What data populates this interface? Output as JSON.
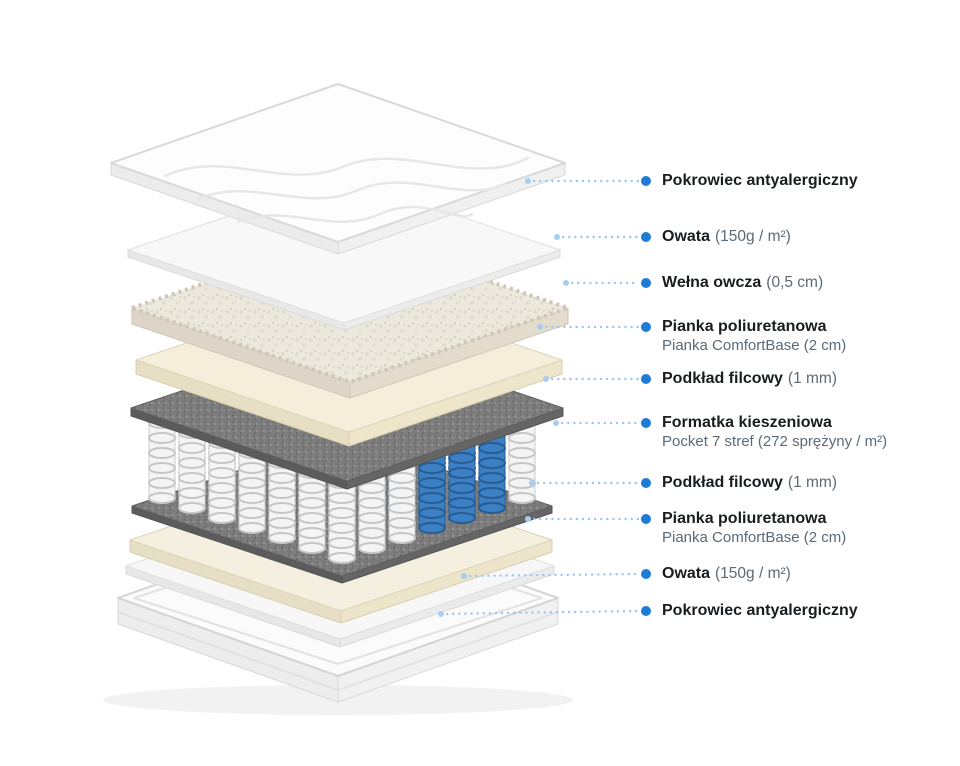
{
  "diagram": {
    "type": "mattress-exploded-layer-diagram",
    "language": "pl",
    "labels": [
      {
        "bold": "Pokrowiec antyalergiczny",
        "note": "",
        "sub": ""
      },
      {
        "bold": "Owata",
        "note": "(150g / m²)",
        "sub": ""
      },
      {
        "bold": "Wełna owcza",
        "note": "(0,5 cm)",
        "sub": ""
      },
      {
        "bold": "Pianka poliuretanowa",
        "note": "",
        "sub": "Pianka ComfortBase (2 cm)"
      },
      {
        "bold": "Podkład filcowy",
        "note": "(1 mm)",
        "sub": ""
      },
      {
        "bold": "Formatka kieszeniowa",
        "note": "",
        "sub": "Pocket 7 stref (272 sprężyny / m²)"
      },
      {
        "bold": "Podkład filcowy",
        "note": "(1 mm)",
        "sub": ""
      },
      {
        "bold": "Pianka poliuretanowa",
        "note": "",
        "sub": "Pianka ComfortBase (2 cm)"
      },
      {
        "bold": "Owata",
        "note": "(150g / m²)",
        "sub": ""
      },
      {
        "bold": "Pokrowiec antyalergiczny",
        "note": "",
        "sub": ""
      }
    ],
    "colors": {
      "dot": "#1e7bd6",
      "leader": "#9cc6ee",
      "marker": "#a9cdf0",
      "label_bold": "#1a1d20",
      "label_muted": "#5c6a76",
      "spring_highlight": "#3b7fc4"
    }
  }
}
